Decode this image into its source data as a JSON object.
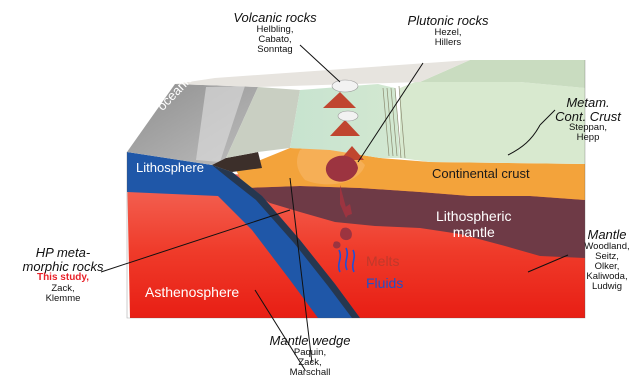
{
  "labels": {
    "volcanic": {
      "title": "Volcanic rocks",
      "authors": [
        "Helbling,",
        "Cabato,",
        "Sonntag"
      ]
    },
    "plutonic": {
      "title": "Plutonic rocks",
      "authors": [
        "Hezel,",
        "Hillers"
      ]
    },
    "metam": {
      "title_line1": "Metam.",
      "title_line2": "Cont. Crust",
      "authors": [
        "Steppan,",
        "Hepp"
      ]
    },
    "mantle": {
      "title": "Mantle",
      "authors": [
        "Woodland,",
        "Seitz,",
        "Olker,",
        "Kaliwoda,",
        "Ludwig"
      ]
    },
    "hp": {
      "title_line1": "HP meta-",
      "title_line2": "morphic rocks",
      "highlight": "This study,",
      "authors": [
        "Zack,",
        "Klemme"
      ]
    },
    "wedge": {
      "title": "Mantle wedge",
      "authors": [
        "Paquin,",
        "Zack,",
        "Marschall"
      ]
    }
  },
  "inlays": {
    "oceanic_crust": "oceanic crust",
    "lithosphere": "Lithosphere",
    "continental_crust": "Continental crust",
    "lith_mantle_1": "Lithospheric",
    "lith_mantle_2": "mantle",
    "melts": "Melts",
    "fluids": "Fluids",
    "asthenosphere": "Asthenosphere"
  },
  "colors": {
    "asthenosphere": "#ee2a1e",
    "lithospheric_mantle": "#6e3a46",
    "continental_crust": "#f3a33b",
    "upper_crust": "#b9d9c0",
    "slab": "#1f57a8",
    "melts_text": "#c0392b",
    "fluids_text": "#2050c8"
  }
}
